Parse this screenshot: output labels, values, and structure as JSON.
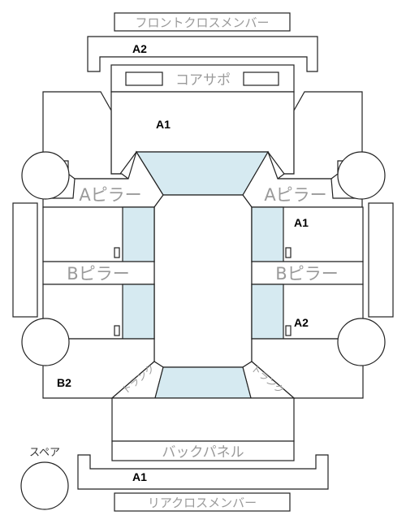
{
  "labels": {
    "front_cross_member": "フロントクロスメンバー",
    "core_support": "コアサポ",
    "a_pillar_left": "Aピラー",
    "a_pillar_right": "Aピラー",
    "b_pillar_left": "Bピラー",
    "b_pillar_right": "Bピラー",
    "trunk_left": "トランク",
    "trunk_right": "トランク",
    "back_panel": "バックパネル",
    "spare": "スペア",
    "rear_cross_member": "リアクロスメンバー"
  },
  "grades": {
    "front_cross_member": "A2",
    "core_support_area": "A1",
    "right_front_door": "A1",
    "right_rear_door": "A2",
    "left_rear_quarter": "B2",
    "rear_cross_member": "A1"
  },
  "colors": {
    "glass": "#d6eaf1",
    "outline": "#222222",
    "label_gray": "#9a9a9a"
  }
}
